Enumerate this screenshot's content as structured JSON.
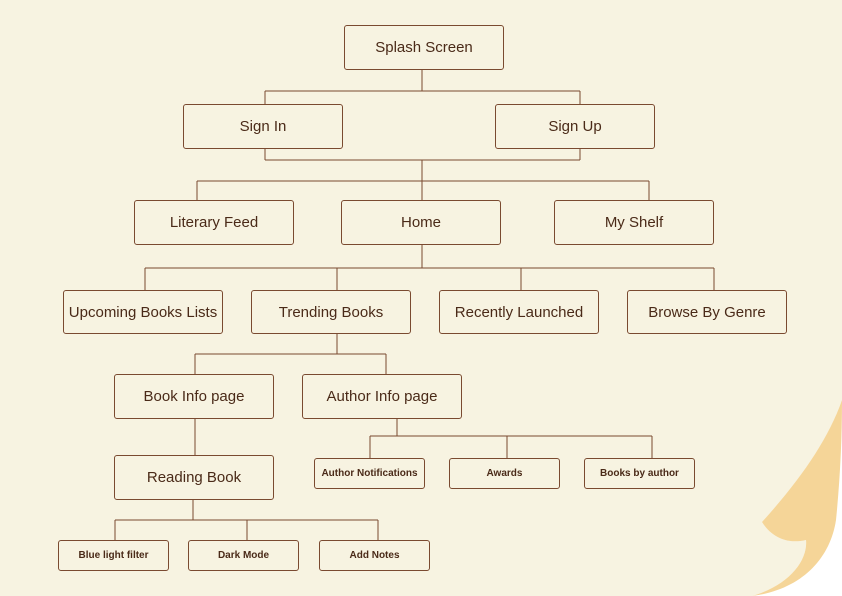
{
  "diagram": {
    "nodes": {
      "splash": "Splash Screen",
      "sign_in": "Sign In",
      "sign_up": "Sign Up",
      "literary_feed": "Literary Feed",
      "home": "Home",
      "my_shelf": "My Shelf",
      "upcoming": "Upcoming Books Lists",
      "trending": "Trending Books",
      "recently": "Recently Launched",
      "genre": "Browse By Genre",
      "book_info": "Book Info page",
      "author_info": "Author Info page",
      "reading": "Reading Book",
      "author_notifications": "Author Notifications",
      "awards": "Awards",
      "books_by_author": "Books by author",
      "blue_light": "Blue light filter",
      "dark_mode": "Dark Mode",
      "add_notes": "Add Notes"
    },
    "colors": {
      "background": "#f7f3e1",
      "line": "#7a4a30",
      "text": "#4a2a18",
      "page_curl": "#f5d598"
    }
  }
}
